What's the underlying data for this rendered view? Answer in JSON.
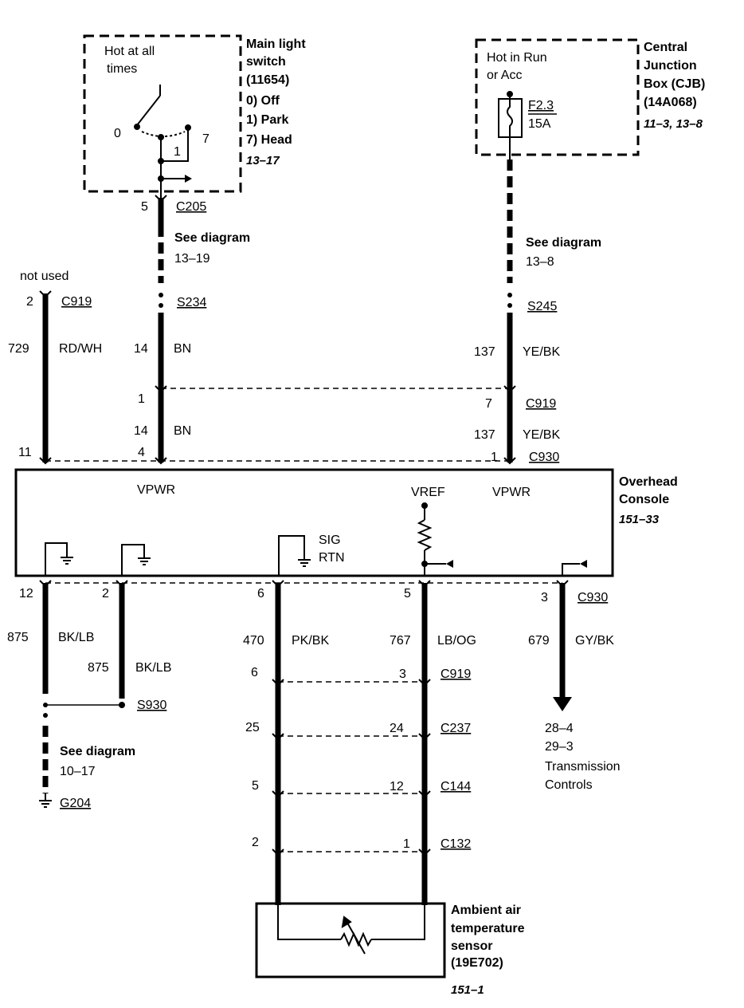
{
  "main_switch": {
    "hot_label_1": "Hot at all",
    "hot_label_2": "times",
    "title_1": "Main light",
    "title_2": "switch",
    "part": "(11654)",
    "pos_off": "0) Off",
    "pos_park": "1) Park",
    "pos_head": "7) Head",
    "ref": "13–17",
    "pos0": "0",
    "pos1": "1",
    "pos7": "7"
  },
  "cjb": {
    "hot_label_1": "Hot in Run",
    "hot_label_2": "or Acc",
    "fuse_id": "F2.3",
    "fuse_amp": "15A",
    "title_1": "Central",
    "title_2": "Junction",
    "title_3": "Box (CJB)",
    "part": "(14A068)",
    "ref": "11–3, 13–8"
  },
  "wires": {
    "c205_pin": "5",
    "c205": "C205",
    "see_diag_1": "See diagram",
    "see_diag_1_ref": "13–19",
    "s234": "S234",
    "bn_circuit": "14",
    "bn_color": "BN",
    "see_diag_2": "See diagram",
    "see_diag_2_ref": "13–8",
    "s245": "S245",
    "ye_circuit": "137",
    "ye_color": "YE/BK",
    "not_used": "not used",
    "c919_left_pin": "2",
    "c919_left": "C919",
    "rd_circuit": "729",
    "rd_color": "RD/WH",
    "c919_bn_pin": "1",
    "c919_ye_pin": "7",
    "c919_top": "C919",
    "bn_circuit_2": "14",
    "bn_color_2": "BN",
    "ye_circuit_2": "137",
    "ye_color_2": "YE/BK",
    "c930_rd_pin": "11",
    "c930_bn_pin": "4",
    "c930_ye_pin": "1",
    "c930_top": "C930"
  },
  "console": {
    "vpwr_left": "VPWR",
    "vref": "VREF",
    "vpwr_right": "VPWR",
    "sig": "SIG",
    "rtn": "RTN",
    "title_1": "Overhead",
    "title_2": "Console",
    "ref": "151–33"
  },
  "lower": {
    "pin12": "12",
    "pin2": "2",
    "pin6": "6",
    "pin5": "5",
    "pin3": "3",
    "c930_bottom": "C930",
    "bk_circuit_1": "875",
    "bk_color_1": "BK/LB",
    "bk_circuit_2": "875",
    "bk_color_2": "BK/LB",
    "pk_circuit": "470",
    "pk_color": "PK/BK",
    "lb_circuit": "767",
    "lb_color": "LB/OG",
    "gy_circuit": "679",
    "gy_color": "GY/BK",
    "s930": "S930",
    "see_diag_3": "See diagram",
    "see_diag_3_ref": "10–17",
    "g204": "G204",
    "trans_ref_1": "28–4",
    "trans_ref_2": "29–3",
    "trans_1": "Transmission",
    "trans_2": "Controls"
  },
  "connectors": [
    {
      "left": "6",
      "right": "3",
      "name": "C919"
    },
    {
      "left": "25",
      "right": "24",
      "name": "C237"
    },
    {
      "left": "5",
      "right": "12",
      "name": "C144"
    },
    {
      "left": "2",
      "right": "1",
      "name": "C132"
    }
  ],
  "sensor": {
    "title_1": "Ambient air",
    "title_2": "temperature",
    "title_3": "sensor",
    "part": "(19E702)",
    "ref": "151–1"
  }
}
